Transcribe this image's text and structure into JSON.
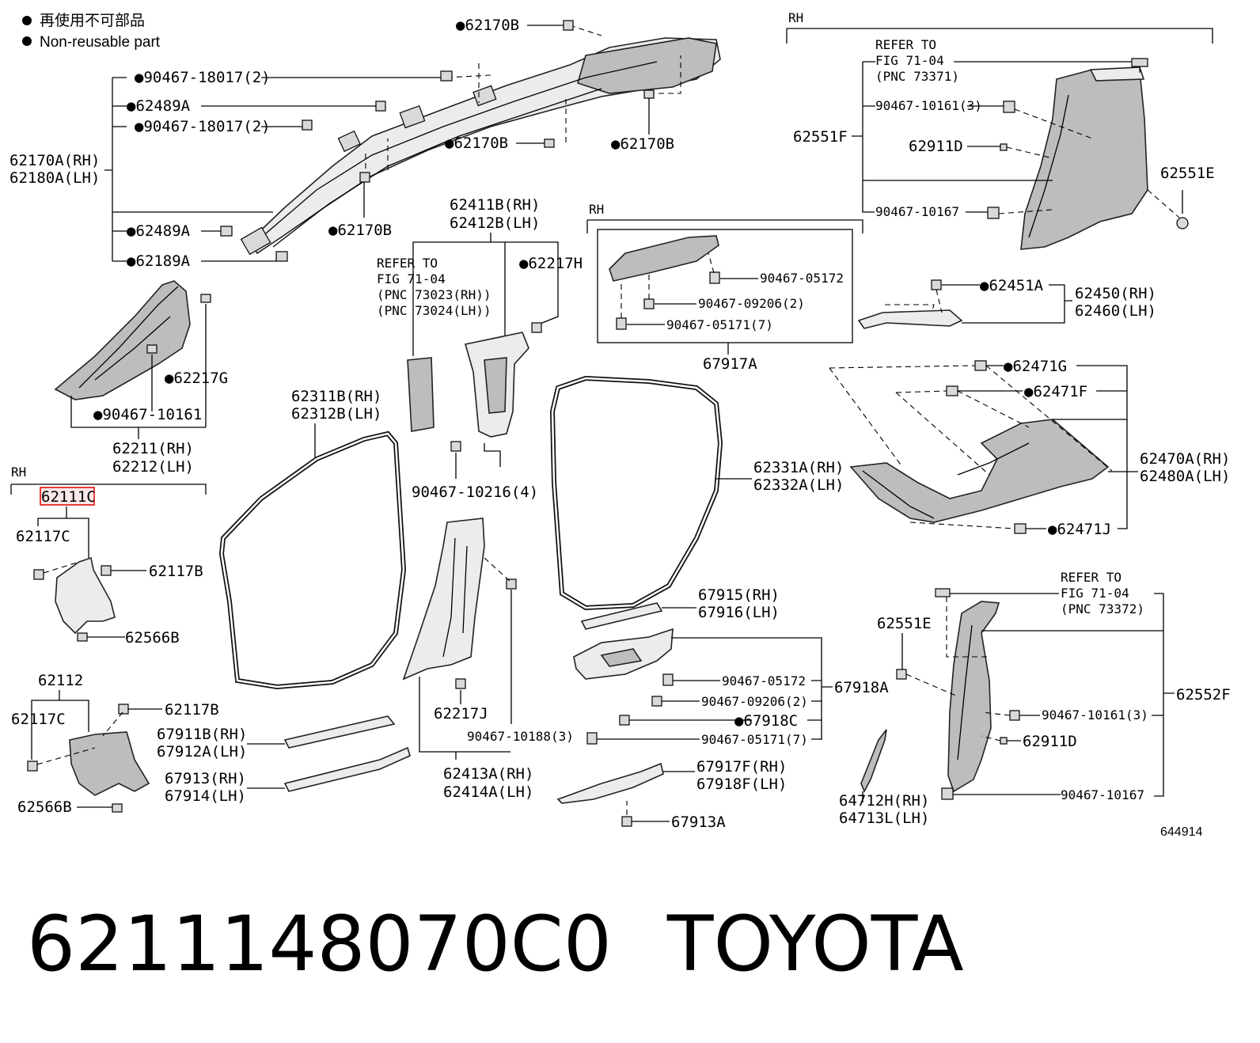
{
  "legend": {
    "marker": "●",
    "line_cn": "再使用不可部品",
    "line_en": "Non-reusable part"
  },
  "sections": {
    "rh": "RH"
  },
  "refer": {
    "r1": [
      "REFER TO",
      "FIG 71-04",
      "(PNC 73371)"
    ],
    "r2": [
      "REFER TO",
      "FIG 71-04",
      "(PNC 73023(RH))",
      "(PNC 73024(LH))"
    ],
    "r3": [
      "REFER TO",
      "FIG 71-04",
      "(PNC 73372)"
    ]
  },
  "parts": {
    "p62170B_top": "●62170B",
    "p90467_18017_a": "●90467-18017(2)",
    "p62489A_a": "●62489A",
    "p90467_18017_b": "●90467-18017(2)",
    "p62170A": "62170A(RH)",
    "p62180A": "62180A(LH)",
    "p62170B_mid": "●62170B",
    "p62170B_right": "●62170B",
    "p62170B_low": "●62170B",
    "p62489A_b": "●62489A",
    "p62189A": "●62189A",
    "p62411B": "62411B(RH)",
    "p62412B": "62412B(LH)",
    "p62217H": "●62217H",
    "p62217G": "●62217G",
    "p90467_10161_a": "●90467-10161",
    "p62211": "62211(RH)",
    "p62212": "62212(LH)",
    "p62111C": "62111C",
    "p62117C_a": "62117C",
    "p62117B_a": "62117B",
    "p62566B_a": "62566B",
    "p62112": "62112",
    "p62117C_b": "62117C",
    "p62117B_b": "62117B",
    "p62566B_b": "62566B",
    "p62311B": "62311B(RH)",
    "p62312B": "62312B(LH)",
    "p90467_10216": "90467-10216(4)",
    "p67911B": "67911B(RH)",
    "p67912A": "67912A(LH)",
    "p67913": "67913(RH)",
    "p67914": "67914(LH)",
    "p62217J": "62217J",
    "p90467_10188": "90467-10188(3)",
    "p62413A": "62413A(RH)",
    "p62414A": "62414A(LH)",
    "p90467_05172_a": "90467-05172",
    "p90467_09206_a": "90467-09206(2)",
    "p90467_05171_a": "90467-05171(7)",
    "p67917A": "67917A",
    "p62331A": "62331A(RH)",
    "p62332A": "62332A(LH)",
    "p67915": "67915(RH)",
    "p67916": "67916(LH)",
    "p90467_05172_b": "90467-05172",
    "p90467_09206_b": "90467-09206(2)",
    "p67918C": "●67918C",
    "p90467_05171_b": "90467-05171(7)",
    "p67918A": "67918A",
    "p67917F": "67917F(RH)",
    "p67918F": "67918F(LH)",
    "p67913A": "67913A",
    "p62551F": "62551F",
    "p90467_10161_b": "90467-10161(3)",
    "p62911D_a": "62911D",
    "p62551E_a": "62551E",
    "p90467_10167_a": "90467-10167",
    "p62451A": "●62451A",
    "p62450": "62450(RH)",
    "p62460": "62460(LH)",
    "p62471G": "●62471G",
    "p62471F": "●62471F",
    "p62470A": "62470A(RH)",
    "p62480A": "62480A(LH)",
    "p62471J": "●62471J",
    "p62551E_b": "62551E",
    "p62552F": "62552F",
    "p90467_10161_c": "90467-10161(3)",
    "p62911D_b": "62911D",
    "p90467_10167_b": "90467-10167",
    "p64712H": "64712H(RH)",
    "p64713L": "64713L(LH)"
  },
  "figure_number": "644914",
  "footer": {
    "part_number": "6211148070C0",
    "brand": "TOYOTA"
  },
  "colors": {
    "highlight": "#e00000",
    "ink": "#000000"
  }
}
